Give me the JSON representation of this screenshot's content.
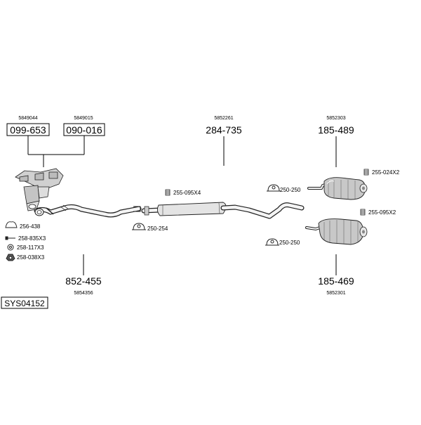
{
  "diagram": {
    "system_code": "SYS04152",
    "parts": [
      {
        "id": "cat-a",
        "oem": "5849044",
        "number": "099-653",
        "boxed": true
      },
      {
        "id": "cat-b",
        "oem": "5849015",
        "number": "090-016",
        "boxed": true
      },
      {
        "id": "front-pipe",
        "oem": "5854356",
        "number": "852-455",
        "boxed": false
      },
      {
        "id": "middle-silencer",
        "oem": "5852261",
        "number": "284-735",
        "boxed": false
      },
      {
        "id": "rear-silencer-top",
        "oem": "5852303",
        "number": "185-489",
        "boxed": false
      },
      {
        "id": "rear-silencer-bottom",
        "oem": "5852301",
        "number": "185-469",
        "boxed": false
      }
    ],
    "accessories": [
      {
        "id": "clamp-mid",
        "code": "255-095X4",
        "icon": "clamp-icon"
      },
      {
        "id": "hanger-front",
        "code": "250-254",
        "icon": "rubber-hanger-icon"
      },
      {
        "id": "hanger-mid-top",
        "code": "250-250",
        "icon": "rubber-hanger-icon"
      },
      {
        "id": "hanger-mid-bottom",
        "code": "250-250",
        "icon": "rubber-hanger-icon"
      },
      {
        "id": "clamp-rear-top",
        "code": "255-024X2",
        "icon": "clamp-icon"
      },
      {
        "id": "clamp-rear-bottom",
        "code": "255-095X2",
        "icon": "clamp-icon"
      }
    ],
    "legend": [
      {
        "code": "256-438",
        "icon": "gasket-icon"
      },
      {
        "code": "258-835X3",
        "icon": "bolt-icon"
      },
      {
        "code": "258-117X3",
        "icon": "washer-icon"
      },
      {
        "code": "258-038X3",
        "icon": "nut-icon"
      }
    ]
  }
}
